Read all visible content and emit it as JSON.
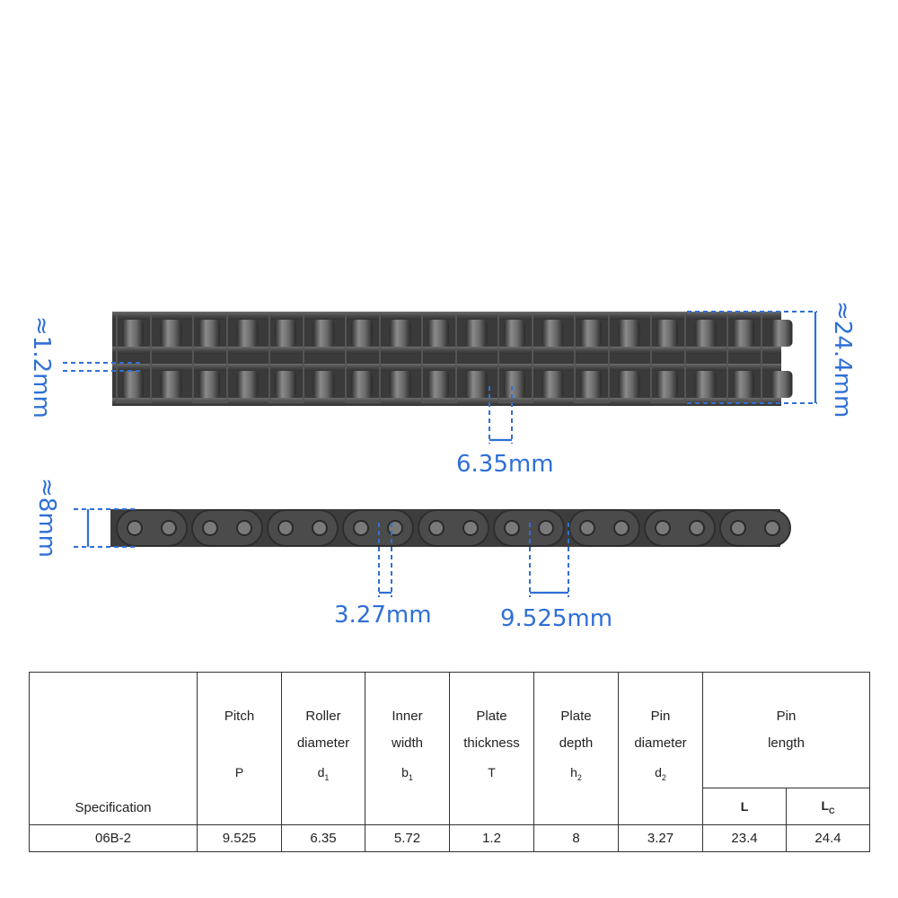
{
  "dimensions": {
    "twin_plate": "≈1.2mm",
    "twin_width": "≈24.4mm",
    "inner_width": "6.35mm",
    "plate_depth": "≈8mm",
    "pin_diameter": "3.27mm",
    "pitch": "9.525mm"
  },
  "table": {
    "spec_header": "Specification",
    "columns": [
      {
        "line1": "Pitch",
        "line2": "",
        "symbol": "P",
        "sub": ""
      },
      {
        "line1": "Roller",
        "line2": "diameter",
        "symbol": "d",
        "sub": "1"
      },
      {
        "line1": "Inner",
        "line2": "width",
        "symbol": "b",
        "sub": "1"
      },
      {
        "line1": "Plate",
        "line2": "thickness",
        "symbol": "T",
        "sub": ""
      },
      {
        "line1": "Plate",
        "line2": "depth",
        "symbol": "h",
        "sub": "2"
      },
      {
        "line1": "Pin",
        "line2": "diameter",
        "symbol": "d",
        "sub": "2"
      }
    ],
    "pin_length": {
      "line1": "Pin",
      "line2": "length",
      "sym_L": "L",
      "sym_Lc": "L",
      "sym_Lc_sub": "C"
    },
    "row": {
      "spec": "06B-2",
      "pitch": "9.525",
      "roller_diameter": "6.35",
      "inner_width": "5.72",
      "plate_thickness": "1.2",
      "plate_depth": "8",
      "pin_diameter": "3.27",
      "pin_length_L": "23.4",
      "pin_length_Lc": "24.4"
    }
  }
}
